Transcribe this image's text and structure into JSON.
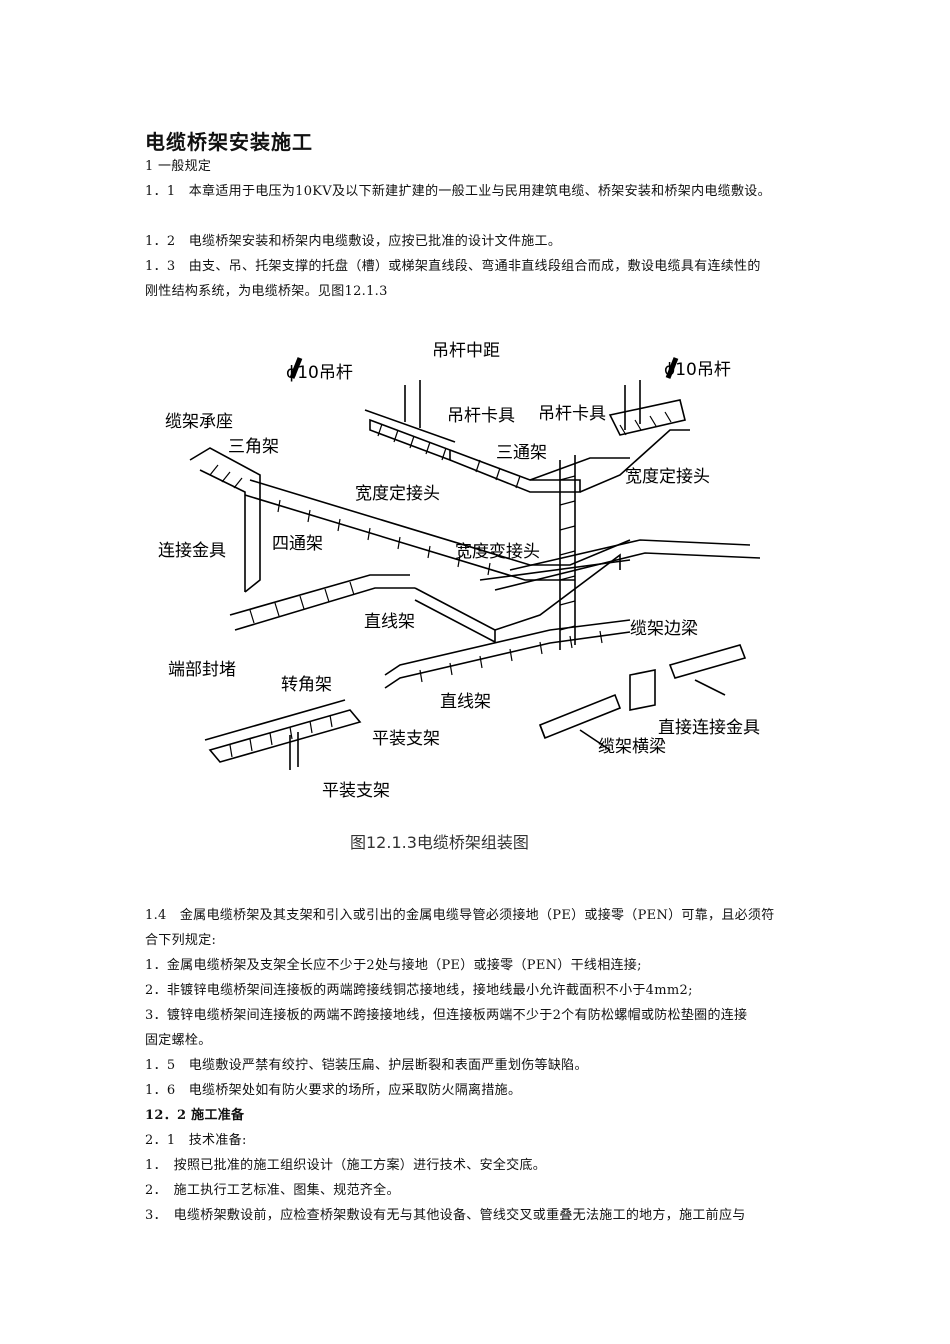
{
  "title": "电缆桥架安装施工",
  "section1_heading": "1 一般规定",
  "p1_1": "1．1　本章适用于电压为10KV及以下新建扩建的一般工业与民用建筑电缆、桥架安装和桥架内电缆敷设。",
  "p1_2": "1．2　电缆桥架安装和桥架内电缆敷设，应按已批准的设计文件施工。",
  "p1_3_a": "1．3　由支、吊、托架支撑的托盘（槽）或梯架直线段、弯通非直线段组合而成，敷设电缆具有连续性的",
  "p1_3_b": "刚性结构系统，为电缆桥架。见图12.1.3",
  "figure": {
    "labels": {
      "rod_spacing": "吊杆中距",
      "rod_left": "ϕ10吊杆",
      "rod_right": "ϕ10吊杆",
      "tray_seat": "缆架承座",
      "triangle_frame": "三角架",
      "rod_clamp_1": "吊杆卡具",
      "rod_clamp_2": "吊杆卡具",
      "tee_frame": "三通架",
      "width_joint_1": "宽度定接头",
      "width_joint_2": "宽度定接头",
      "connector": "连接金具",
      "cross_frame": "四通架",
      "width_reducer": "宽度变接头",
      "straight_1": "直线架",
      "edge_beam": "缆架边梁",
      "end_cap": "端部封堵",
      "corner_frame": "转角架",
      "straight_2": "直线架",
      "flat_support_1": "平装支架",
      "straight_connector": "直接连接金具",
      "cross_beam": "缆架横梁",
      "flat_support_2": "平装支架"
    },
    "caption": "图12.1.3电缆桥架组装图"
  },
  "p1_4_a": "1.4　金属电缆桥架及其支架和引入或引出的金属电缆导管必须接地（PE）或接零（PEN）可靠，且必须符",
  "p1_4_b": "合下列规定:",
  "item1": "1．金属电缆桥架及支架全长应不少于2处与接地（PE）或接零（PEN）干线相连接;",
  "item2": "2．非镀锌电缆桥架间连接板的两端跨接线铜芯接地线，接地线最小允许截面积不小于4mm2;",
  "item3_a": "3．镀锌电缆桥架间连接板的两端不跨接接地线，但连接板两端不少于2个有防松螺帽或防松垫圈的连接",
  "item3_b": "固定螺栓。",
  "p1_5": "1．5　电缆敷设严禁有绞拧、铠装压扁、护层断裂和表面严重划伤等缺陷。",
  "p1_6": "1．6　电缆桥架处如有防火要求的场所，应采取防火隔离措施。",
  "section2_heading": "12．2 施工准备",
  "p2_1": "2．1　技术准备:",
  "step1": "1．　按照已批准的施工组织设计（施工方案）进行技术、安全交底。",
  "step2": "2．　施工执行工艺标准、图集、规范齐全。",
  "step3": "3．　电缆桥架敷设前，应检查桥架敷设有无与其他设备、管线交叉或重叠无法施工的地方，施工前应与"
}
